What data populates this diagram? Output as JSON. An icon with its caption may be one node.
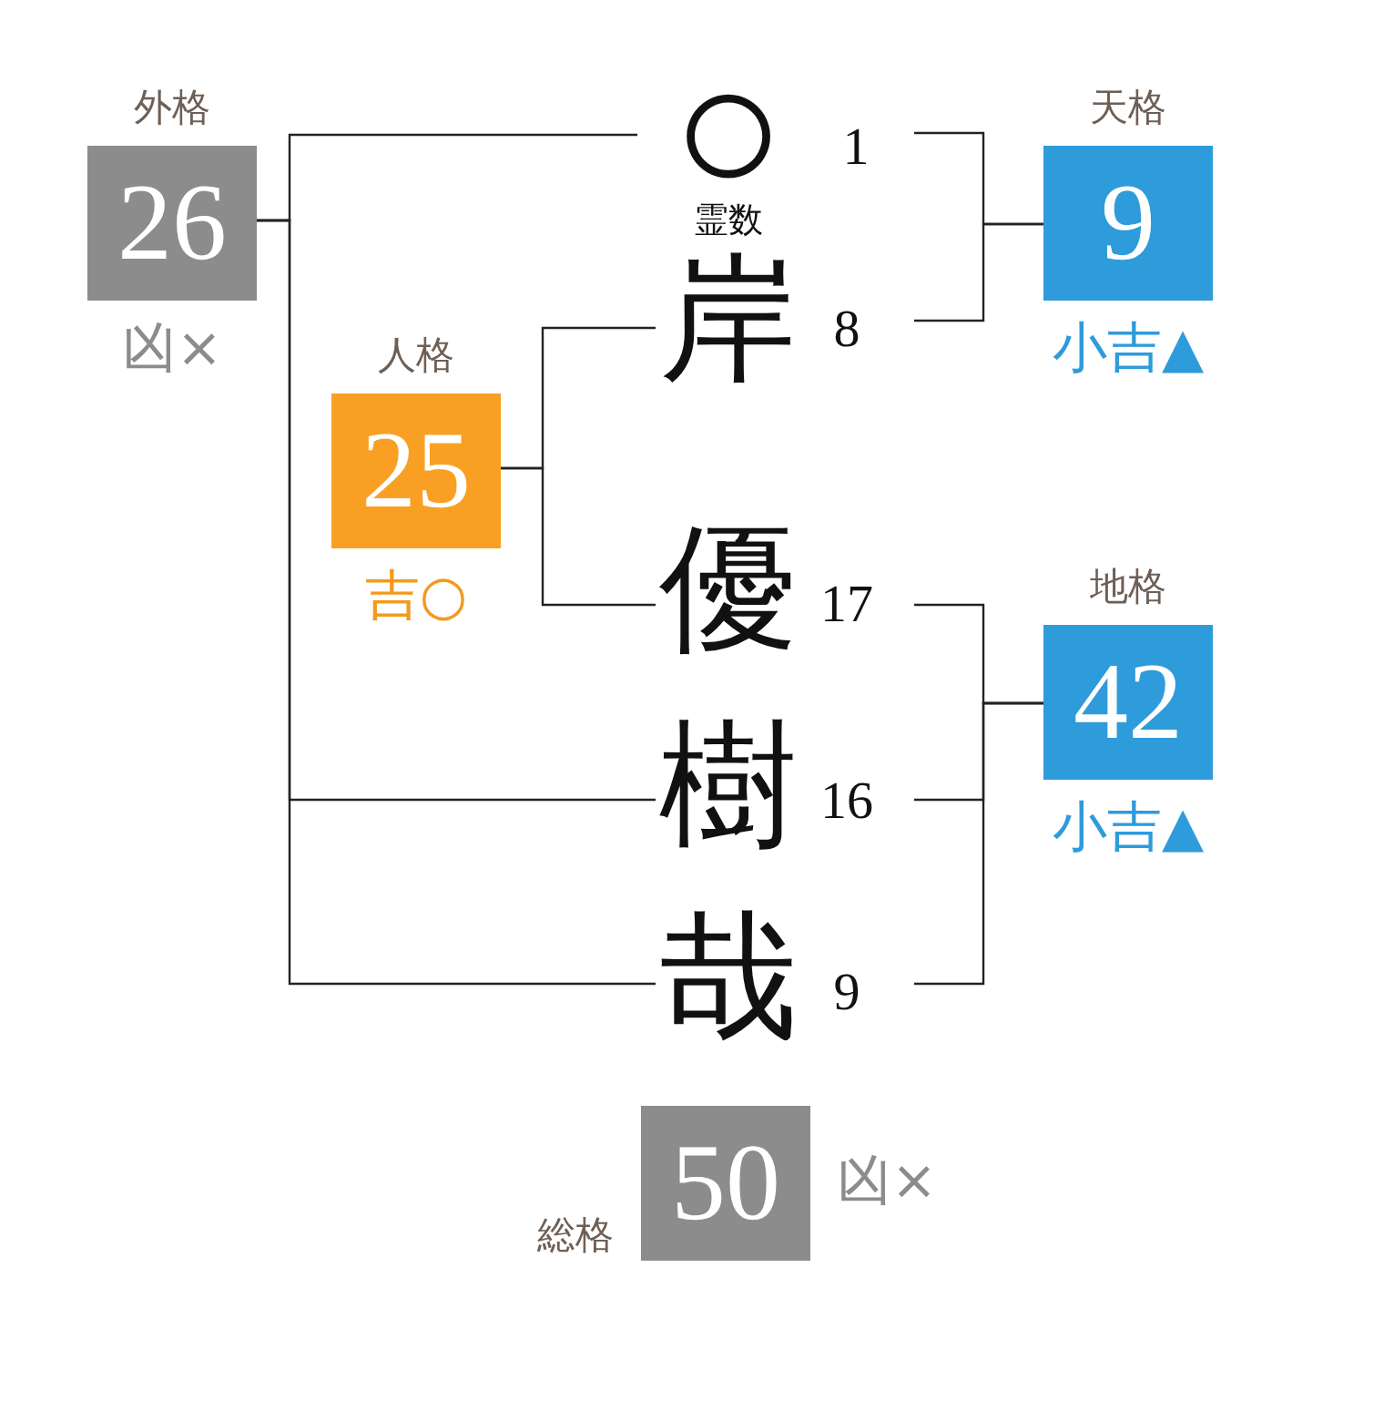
{
  "diagram": {
    "nodes": [
      {
        "text": [
          "外格",
          "26"
        ],
        "beside": [
          "凶×"
        ]
      },
      {
        "text": [
          "○"
        ],
        "beside": [
          "1",
          "霊数"
        ]
      },
      {
        "text": [
          "天格",
          "9"
        ],
        "beside": [
          "小吉▲"
        ]
      },
      {
        "text": [
          "岸"
        ],
        "beside": [
          "8"
        ]
      },
      {
        "text": [
          "人格",
          "25"
        ],
        "beside": [
          "吉○"
        ]
      },
      {
        "text": [
          "優"
        ],
        "beside": [
          "17"
        ]
      },
      {
        "text": [
          "地格",
          "42"
        ],
        "beside": [
          "小吉▲"
        ]
      },
      {
        "text": [
          "樹"
        ],
        "beside": [
          "16"
        ]
      },
      {
        "text": [
          "哉"
        ],
        "beside": [
          "9"
        ]
      },
      {
        "text": [
          "総格",
          "50"
        ],
        "beside": [
          "凶×"
        ]
      }
    ],
    "edges": [
      {
        "from": 1,
        "to": 0,
        "arrow": "none"
      },
      {
        "from": 7,
        "to": 0,
        "arrow": "none"
      },
      {
        "from": 8,
        "to": 0,
        "arrow": "none"
      },
      {
        "from": 1,
        "to": 2,
        "arrow": "none"
      },
      {
        "from": 3,
        "to": 2,
        "arrow": "none"
      },
      {
        "from": 3,
        "to": 4,
        "arrow": "none"
      },
      {
        "from": 5,
        "to": 4,
        "arrow": "none"
      },
      {
        "from": 5,
        "to": 6,
        "arrow": "none"
      },
      {
        "from": 7,
        "to": 6,
        "arrow": "none"
      },
      {
        "from": 8,
        "to": 6,
        "arrow": "none"
      }
    ]
  }
}
